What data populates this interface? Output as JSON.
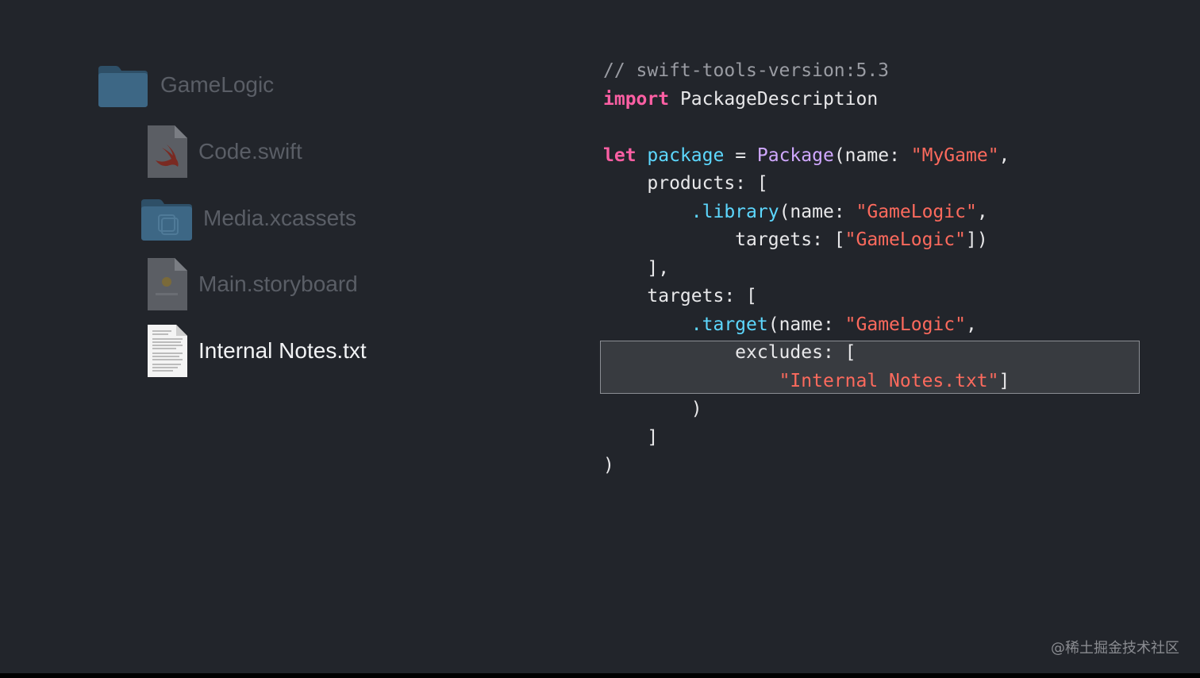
{
  "file_tree": {
    "root": {
      "label": "GameLogic",
      "icon": "folder-icon"
    },
    "items": [
      {
        "label": "Code.swift",
        "icon": "swift-file-icon"
      },
      {
        "label": "Media.xcassets",
        "icon": "asset-catalog-folder-icon"
      },
      {
        "label": "Main.storyboard",
        "icon": "storyboard-file-icon"
      },
      {
        "label": "Internal Notes.txt",
        "icon": "text-document-icon",
        "highlighted": true
      }
    ]
  },
  "code": {
    "language": "swift",
    "lines": [
      [
        {
          "t": "// swift-tools-version:5.3",
          "k": "comment"
        }
      ],
      [
        {
          "t": "import",
          "k": "keyword"
        },
        {
          "t": " PackageDescription",
          "k": "plain"
        }
      ],
      [],
      [
        {
          "t": "let",
          "k": "keyword"
        },
        {
          "t": " ",
          "k": "plain"
        },
        {
          "t": "package",
          "k": "decl"
        },
        {
          "t": " = ",
          "k": "plain"
        },
        {
          "t": "Package",
          "k": "type"
        },
        {
          "t": "(name: ",
          "k": "plain"
        },
        {
          "t": "\"MyGame\"",
          "k": "string"
        },
        {
          "t": ",",
          "k": "plain"
        }
      ],
      [
        {
          "t": "    products: [",
          "k": "plain"
        }
      ],
      [
        {
          "t": "        ",
          "k": "plain"
        },
        {
          "t": ".library",
          "k": "func"
        },
        {
          "t": "(name: ",
          "k": "plain"
        },
        {
          "t": "\"GameLogic\"",
          "k": "string"
        },
        {
          "t": ",",
          "k": "plain"
        }
      ],
      [
        {
          "t": "            targets: [",
          "k": "plain"
        },
        {
          "t": "\"GameLogic\"",
          "k": "string"
        },
        {
          "t": "])",
          "k": "plain"
        }
      ],
      [
        {
          "t": "    ],",
          "k": "plain"
        }
      ],
      [
        {
          "t": "    targets: [",
          "k": "plain"
        }
      ],
      [
        {
          "t": "        ",
          "k": "plain"
        },
        {
          "t": ".target",
          "k": "func"
        },
        {
          "t": "(name: ",
          "k": "plain"
        },
        {
          "t": "\"GameLogic\"",
          "k": "string"
        },
        {
          "t": ",",
          "k": "plain"
        }
      ],
      [
        {
          "t": "            excludes: [",
          "k": "plain"
        }
      ],
      [
        {
          "t": "                ",
          "k": "plain"
        },
        {
          "t": "\"Internal Notes.txt\"",
          "k": "string"
        },
        {
          "t": "]",
          "k": "plain"
        }
      ],
      [
        {
          "t": "        )",
          "k": "plain"
        }
      ],
      [
        {
          "t": "    ]",
          "k": "plain"
        }
      ],
      [
        {
          "t": ")",
          "k": "plain"
        }
      ]
    ],
    "highlighted_lines": [
      10,
      11
    ]
  },
  "watermark": "@稀土掘金技术社区",
  "colors": {
    "background": "#22252b",
    "comment": "#9a9ca3",
    "keyword": "#fc5fa3",
    "declaration": "#5dd8ff",
    "type": "#d0a8ff",
    "string": "#fc6a5d",
    "plain_text": "#e8e8ea",
    "dimmed_label": "#5a5e66",
    "active_label": "#f2f3f5",
    "folder": "#3d6785"
  }
}
